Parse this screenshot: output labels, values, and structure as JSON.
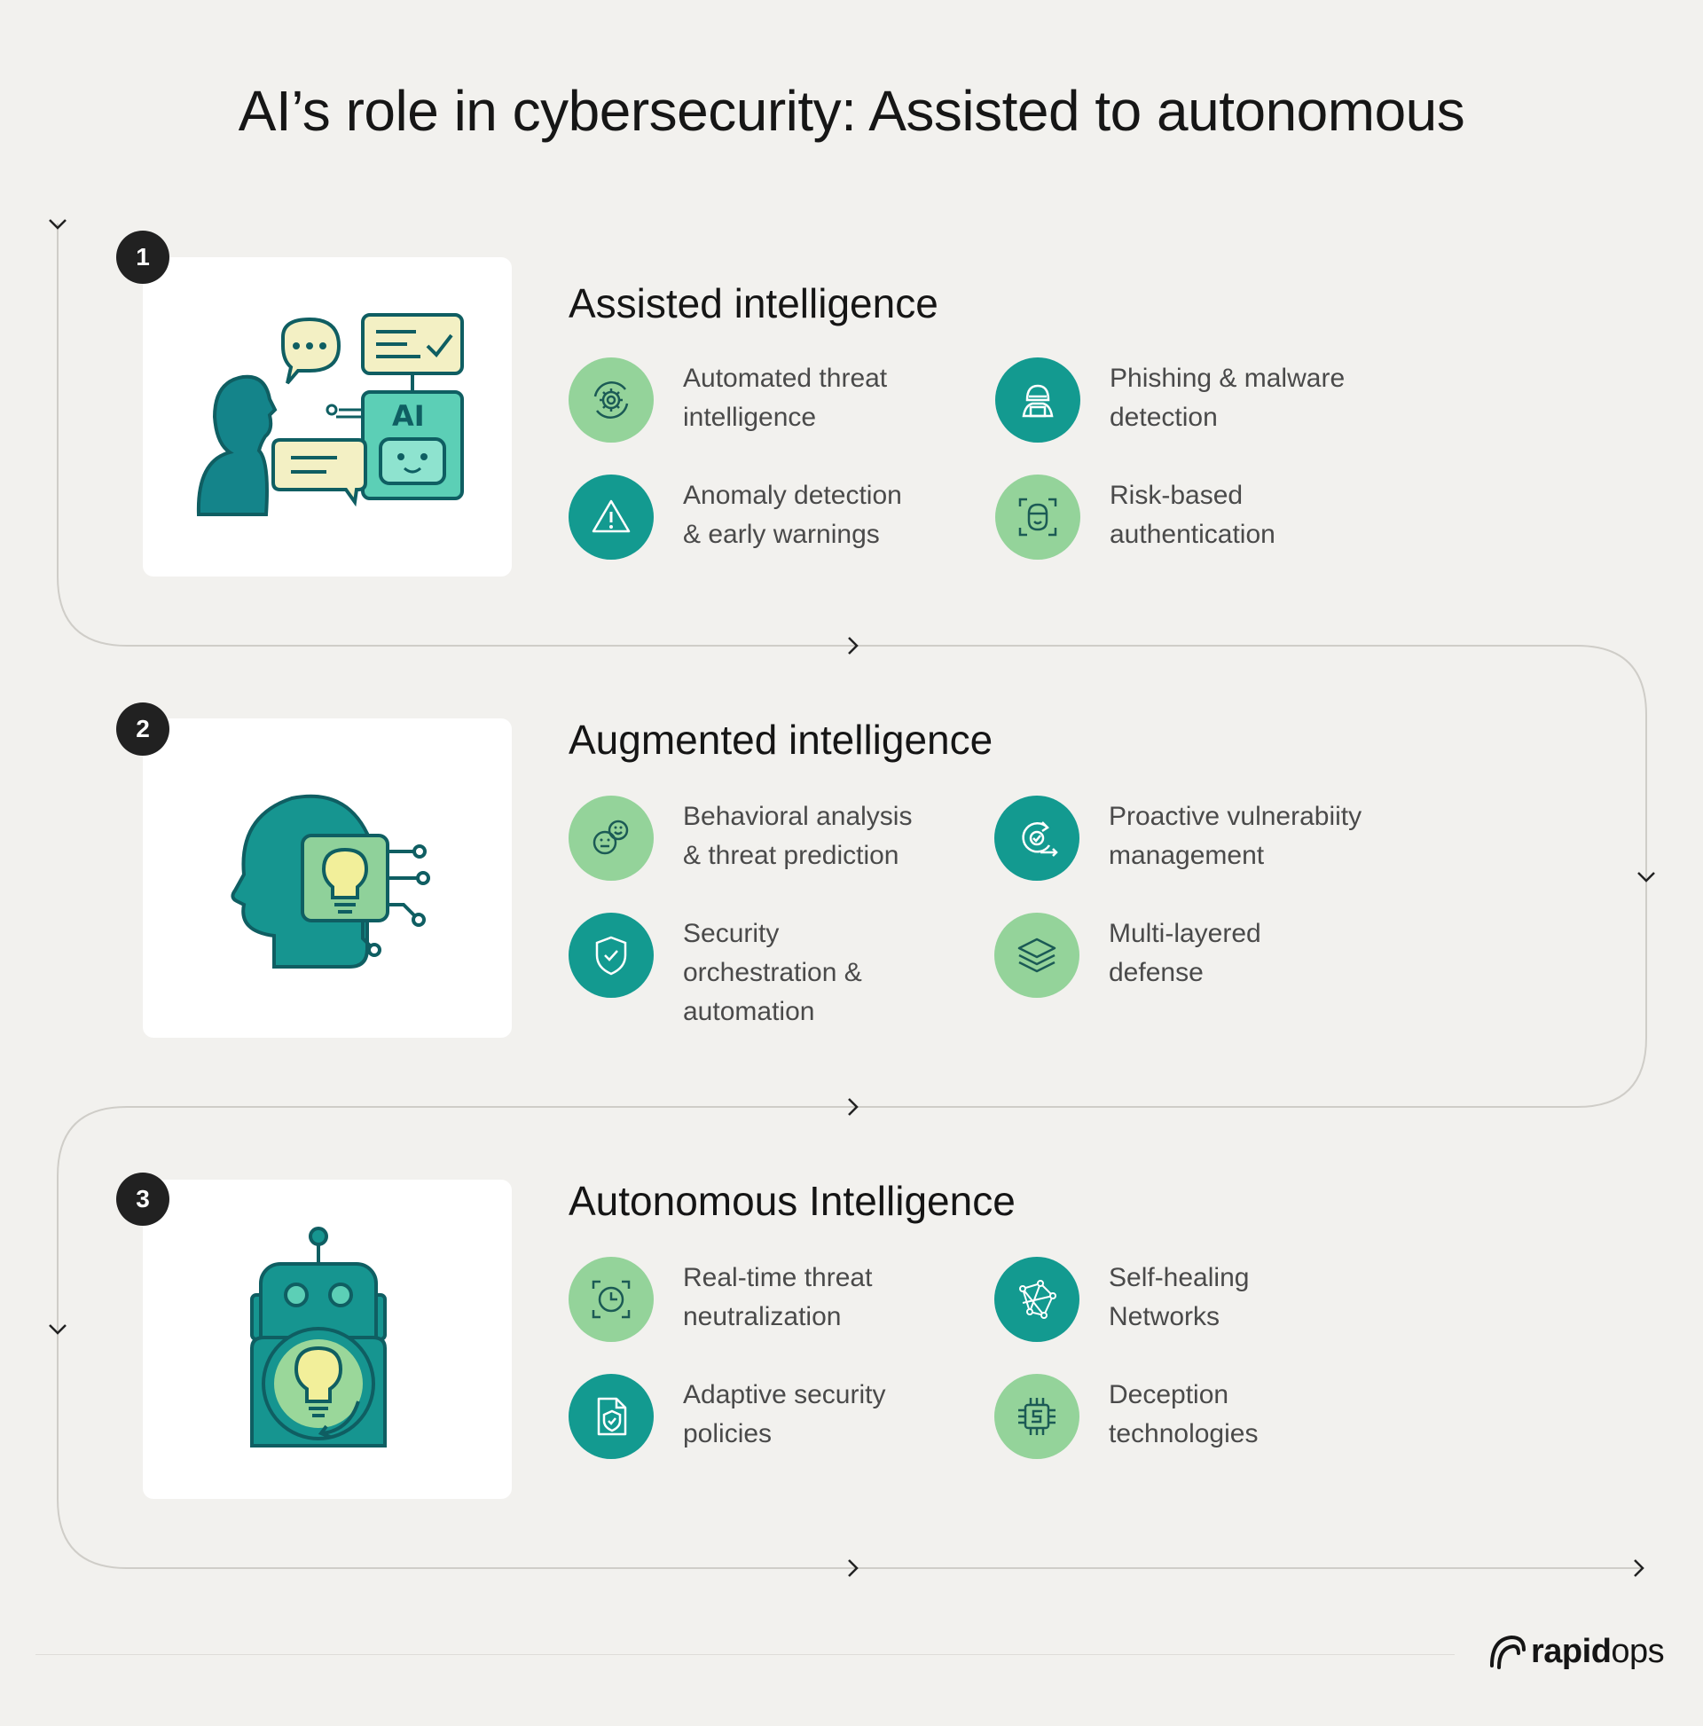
{
  "title": "AI’s role in cybersecurity: Assisted to autonomous",
  "colors": {
    "teal": "#139a90",
    "green": "#94d39a",
    "dark": "#212121",
    "background": "#f2f1ee"
  },
  "stages": [
    {
      "number": "1",
      "title": "Assisted intelligence",
      "illustration": "person-chatting-with-ai-illustration",
      "features": [
        {
          "label": "Automated threat\nintelligence",
          "icon": "gear-refresh-icon",
          "color": "green"
        },
        {
          "label": "Phishing & malware\ndetection",
          "icon": "hacker-icon",
          "color": "teal"
        },
        {
          "label": "Anomaly detection\n& early warnings",
          "icon": "warning-icon",
          "color": "teal"
        },
        {
          "label": "Risk-based\nauthentication",
          "icon": "face-scan-icon",
          "color": "green"
        }
      ]
    },
    {
      "number": "2",
      "title": "Augmented intelligence",
      "illustration": "head-with-lightbulb-chip-illustration",
      "features": [
        {
          "label": "Behavioral analysis\n& threat prediction",
          "icon": "faces-icon",
          "color": "green"
        },
        {
          "label": "Proactive vulnerabiity\nmanagement",
          "icon": "cycle-check-icon",
          "color": "teal"
        },
        {
          "label": "Security\norchestration &\nautomation",
          "icon": "shield-check-icon",
          "color": "teal"
        },
        {
          "label": "Multi-layered\ndefense",
          "icon": "layers-icon",
          "color": "green"
        }
      ]
    },
    {
      "number": "3",
      "title": "Autonomous Intelligence",
      "illustration": "robot-with-lightbulb-illustration",
      "features": [
        {
          "label": "Real-time threat\nneutralization",
          "icon": "clock-scan-icon",
          "color": "green"
        },
        {
          "label": "Self-healing\nNetworks",
          "icon": "network-icon",
          "color": "teal"
        },
        {
          "label": "Adaptive security\npolicies",
          "icon": "policy-document-icon",
          "color": "teal"
        },
        {
          "label": "Deception\ntechnologies",
          "icon": "chip-icon",
          "color": "green"
        }
      ]
    }
  ],
  "brand": {
    "bold": "rapid",
    "light": "ops"
  }
}
